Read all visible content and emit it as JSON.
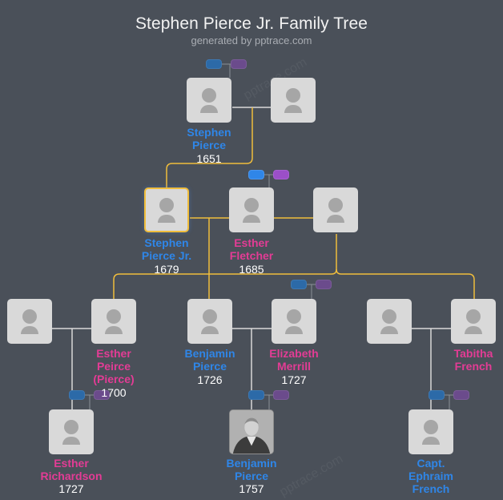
{
  "header": {
    "title": "Stephen Pierce Jr. Family Tree",
    "subtitle": "generated by pptrace.com"
  },
  "watermark": "pptrace.com",
  "colors": {
    "background": "#4a5059",
    "male_name": "#2f86e8",
    "female_name": "#e33c95",
    "lineage_line": "#f0bd3c",
    "family_line": "#d9d9d9",
    "card": "#d9d9d9",
    "selected_border": "#f0bd3c"
  },
  "people": {
    "stephen_pierce": {
      "name_line1": "Stephen",
      "name_line2": "Pierce",
      "year": "1651",
      "gender": "male"
    },
    "stephen_pierce_spouse": {
      "name_line1": "",
      "year": ""
    },
    "stephen_pierce_jr": {
      "name_line1": "Stephen",
      "name_line2": "Pierce Jr.",
      "year": "1679",
      "gender": "male",
      "selected": true
    },
    "esther_fletcher": {
      "name_line1": "Esther",
      "name_line2": "Fletcher",
      "year": "1685",
      "gender": "female"
    },
    "esther_fletcher_spouse2": {
      "name_line1": "",
      "year": ""
    },
    "esther_peirce_spouse": {
      "name_line1": "",
      "year": ""
    },
    "esther_peirce": {
      "name_line1": "Esther",
      "name_line2": "Peirce",
      "name_line3": "(Pierce)",
      "year": "1700",
      "gender": "female"
    },
    "benjamin_pierce_1726": {
      "name_line1": "Benjamin",
      "name_line2": "Pierce",
      "year": "1726",
      "gender": "male"
    },
    "elizabeth_merrill": {
      "name_line1": "Elizabeth",
      "name_line2": "Merrill",
      "year": "1727",
      "gender": "female"
    },
    "tabitha_french_spouse": {
      "name_line1": "",
      "year": ""
    },
    "tabitha_french": {
      "name_line1": "Tabitha",
      "name_line2": "French",
      "year": "",
      "gender": "female"
    },
    "esther_richardson": {
      "name_line1": "Esther",
      "name_line2": "Richardson",
      "year": "1727",
      "gender": "female"
    },
    "benjamin_pierce_1757": {
      "name_line1": "Benjamin",
      "name_line2": "Pierce",
      "year": "1757",
      "gender": "male",
      "has_photo": true
    },
    "ephraim_french": {
      "name_line1": "Capt.",
      "name_line2": "Ephraim",
      "name_line3": "French",
      "year": "",
      "gender": "male"
    }
  },
  "parent_toggles": {
    "labels": {
      "father": "father-toggle",
      "mother": "mother-toggle"
    }
  }
}
